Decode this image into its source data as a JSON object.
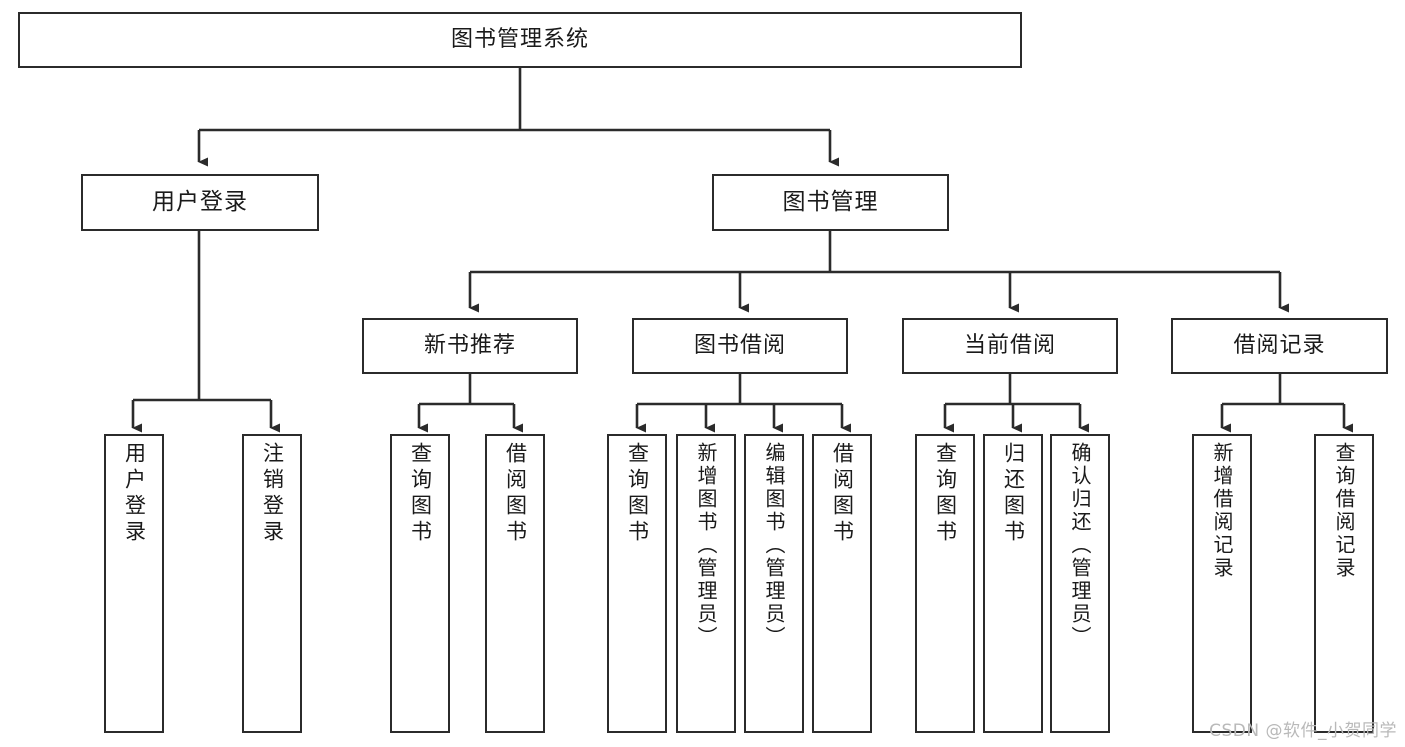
{
  "diagram": {
    "type": "tree-hierarchy-chart",
    "title": "图书管理系统",
    "watermark": "CSDN @软件_小贺同学",
    "colors": {
      "stroke": "#2b2b2b",
      "background": "#ffffff",
      "text": "#1a1a1a",
      "watermark": "#b9b9b9"
    },
    "root": {
      "label": "图书管理系统"
    },
    "level1": [
      {
        "label": "用户登录"
      },
      {
        "label": "图书管理"
      }
    ],
    "level2": [
      {
        "label": "新书推荐"
      },
      {
        "label": "图书借阅"
      },
      {
        "label": "当前借阅"
      },
      {
        "label": "借阅记录"
      }
    ],
    "leaves": {
      "user_login": [
        {
          "label": "用户登录"
        },
        {
          "label": "注销登录"
        }
      ],
      "new_book_recommend": [
        {
          "label": "查询图书"
        },
        {
          "label": "借阅图书"
        }
      ],
      "book_borrow": [
        {
          "label": "查询图书"
        },
        {
          "label": "新增图书（管理员）"
        },
        {
          "label": "编辑图书（管理员）"
        },
        {
          "label": "借阅图书"
        }
      ],
      "current_borrow": [
        {
          "label": "查询图书"
        },
        {
          "label": "归还图书"
        },
        {
          "label": "确认归还（管理员）"
        }
      ],
      "borrow_record": [
        {
          "label": "新增借阅记录"
        },
        {
          "label": "查询借阅记录"
        }
      ]
    }
  }
}
